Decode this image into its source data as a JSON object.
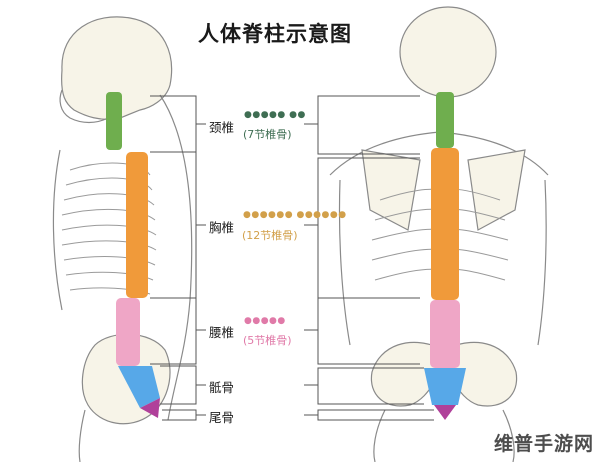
{
  "title": "人体脊柱示意图",
  "colors": {
    "cervical": "#6fae4e",
    "thoracic": "#f09a3a",
    "lumbar": "#efa6c6",
    "sacrum": "#57a8e8",
    "coccyx": "#b0409a",
    "bone": "#f3eed8",
    "outline": "#8a8a8a"
  },
  "regions": [
    {
      "key": "cervical",
      "name": "颈椎",
      "dots": "●●●●●  ●●",
      "count_label": "(7节椎骨)",
      "color": "#3f6e53"
    },
    {
      "key": "thoracic",
      "name": "胸椎",
      "dots": "●●●●●●  ●●●●●●",
      "count_label": "(12节椎骨)",
      "color": "#d2a04a"
    },
    {
      "key": "lumbar",
      "name": "腰椎",
      "dots": "●●●●●",
      "count_label": "(5节椎骨)",
      "color": "#e07aa8"
    },
    {
      "key": "sacrum",
      "name": "骶骨"
    },
    {
      "key": "coccyx",
      "name": "尾骨"
    }
  ],
  "watermark": "维普手游网"
}
